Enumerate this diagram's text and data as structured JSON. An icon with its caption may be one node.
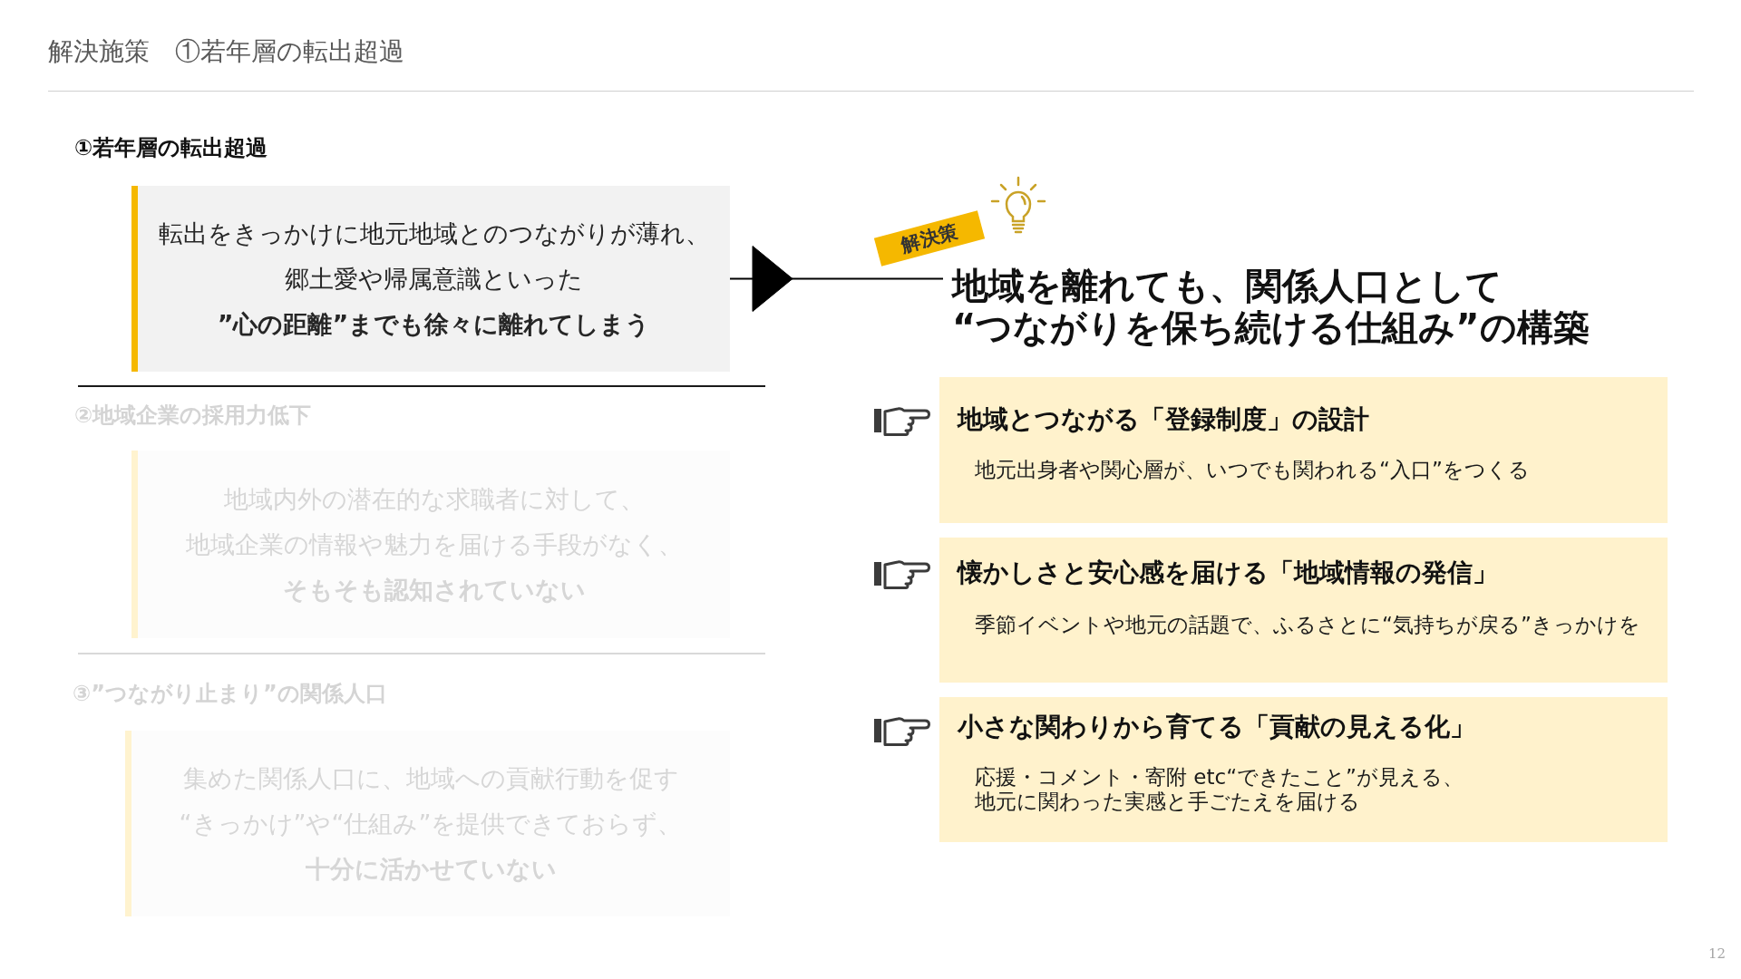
{
  "diagram": {
    "title": "解決施策　①若年層の転出超過",
    "nodes": [
      {
        "text": [
          "①若年層の転出超過",
          "転出をきっかけに地元地域とのつながりが薄れ、郷土愛や帰属意識といった**”心の距離”までも徐々に離れてしまう**"
        ]
      },
      {
        "text": [
          "②地域企業の採用力低下",
          "地域内外の潜在的な求職者に対して、地域企業の情報や魅力を届ける手段がなく、**そもそも認知されていない**"
        ]
      },
      {
        "text": [
          "③”つながり止まり”の関係人口",
          "集めた関係人口に、地域への貢献行動を促す“きっかけ”や“仕組み”を提供できておらず、**十分に活かせていない**"
        ]
      },
      {
        "text": [
          "解決策"
        ]
      },
      {
        "text": [
          "地域を離れても、関係人口として“つながりを保ち続ける仕組み”の構築"
        ]
      },
      {
        "text": [
          "地域とつながる「登録制度」の設計",
          "地元出身者や関心層が、いつでも関われる“入口”をつくる"
        ]
      },
      {
        "text": [
          "懐かしさと安心感を届ける「地域情報の発信」",
          "季節イベントや地元の話題で、ふるさとに“気持ちが戻る”きっかけを"
        ]
      },
      {
        "text": [
          "小さな関わりから育てる「貢献の見える化」",
          "応援・コメント・寄附 etc“できたこと”が見える、地元に関わった実感と手ごたえを届ける"
        ]
      }
    ],
    "edges": [
      {
        "from": 0,
        "to": 4,
        "arrow": "to"
      }
    ],
    "labels": [
      "12"
    ]
  }
}
